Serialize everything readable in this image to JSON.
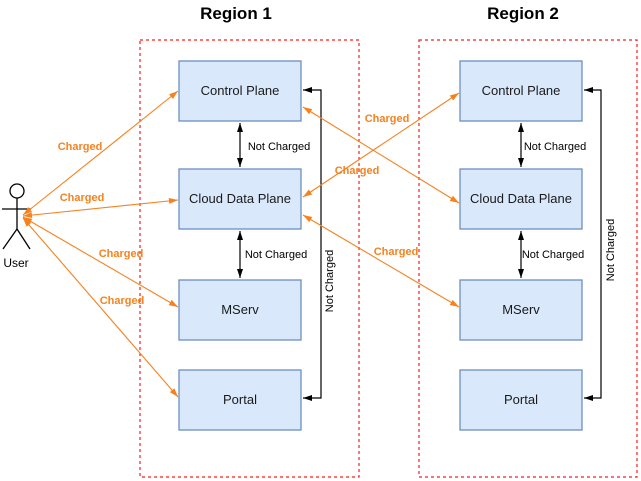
{
  "regions": [
    {
      "title": "Region 1",
      "boxes": [
        {
          "label": "Control Plane"
        },
        {
          "label": "Cloud Data Plane"
        },
        {
          "label": "MServ"
        },
        {
          "label": "Portal"
        }
      ]
    },
    {
      "title": "Region 2",
      "boxes": [
        {
          "label": "Control Plane"
        },
        {
          "label": "Cloud Data Plane"
        },
        {
          "label": "MServ"
        },
        {
          "label": "Portal"
        }
      ]
    }
  ],
  "actor": {
    "label": "User"
  },
  "labels": {
    "charged": "Charged",
    "not_charged": "Not Charged"
  },
  "colors": {
    "node_fill": "#dae8fc",
    "node_border": "#6c8ebf",
    "charged_orange": "#f5821f",
    "line_black": "#000000",
    "region_boundary_red": "#ff1a1a"
  }
}
